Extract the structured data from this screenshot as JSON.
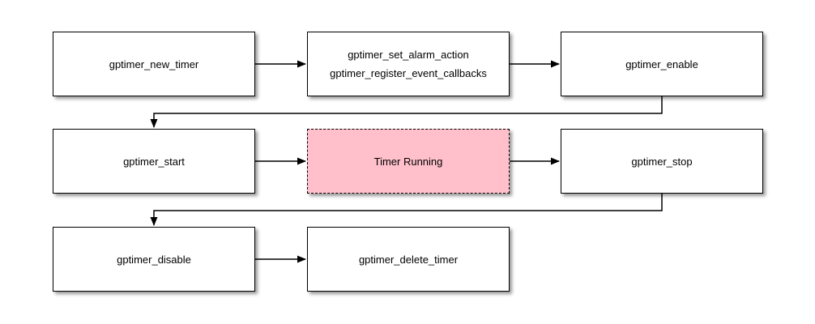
{
  "diagram": {
    "type": "flowchart",
    "colors": {
      "background": "#ffffff",
      "node_fill": "#ffffff",
      "node_border": "#000000",
      "highlight_fill": "#ffc0cb",
      "connector": "#000000"
    },
    "nodes": [
      {
        "id": "gptimer_new_timer",
        "style": "default",
        "lines": [
          "gptimer_new_timer"
        ]
      },
      {
        "id": "gptimer_set_alarm",
        "style": "default",
        "lines": [
          "gptimer_set_alarm_action",
          "gptimer_register_event_callbacks"
        ]
      },
      {
        "id": "gptimer_enable",
        "style": "default",
        "lines": [
          "gptimer_enable"
        ]
      },
      {
        "id": "gptimer_start",
        "style": "default",
        "lines": [
          "gptimer_start"
        ]
      },
      {
        "id": "timer_running",
        "style": "highlight-dashed",
        "lines": [
          "Timer Running"
        ]
      },
      {
        "id": "gptimer_stop",
        "style": "default",
        "lines": [
          "gptimer_stop"
        ]
      },
      {
        "id": "gptimer_disable",
        "style": "default",
        "lines": [
          "gptimer_disable"
        ]
      },
      {
        "id": "gptimer_delete_timer",
        "style": "default",
        "lines": [
          "gptimer_delete_timer"
        ]
      }
    ],
    "edges": [
      {
        "from": "gptimer_new_timer",
        "to": "gptimer_set_alarm"
      },
      {
        "from": "gptimer_set_alarm",
        "to": "gptimer_enable"
      },
      {
        "from": "gptimer_enable",
        "to": "gptimer_start"
      },
      {
        "from": "gptimer_start",
        "to": "timer_running"
      },
      {
        "from": "timer_running",
        "to": "gptimer_stop"
      },
      {
        "from": "gptimer_stop",
        "to": "gptimer_disable"
      },
      {
        "from": "gptimer_disable",
        "to": "gptimer_delete_timer"
      }
    ]
  }
}
